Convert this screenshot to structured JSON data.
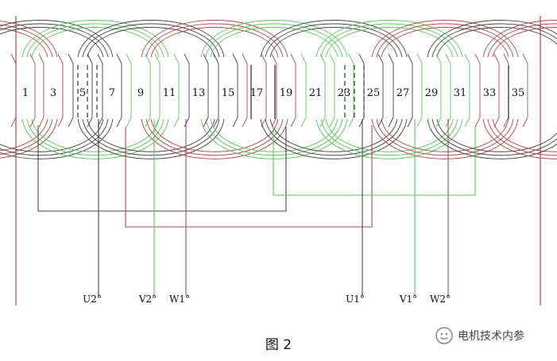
{
  "slot_labels": [
    "1",
    "3",
    "5",
    "7",
    "9",
    "11",
    "13",
    "15",
    "17",
    "19",
    "21",
    "23",
    "25",
    "27",
    "29",
    "31",
    "33",
    "35"
  ],
  "terminals": {
    "u2": "U2°",
    "v2": "V2°",
    "w1": "W1°",
    "u1": "U1°",
    "v1": "V1°",
    "w2": "W2°"
  },
  "caption": "图 2",
  "watermark": "电机技术内参",
  "phase_colors": {
    "U": "#444444",
    "V": "#5ec75e",
    "W": "#b04a4a"
  }
}
